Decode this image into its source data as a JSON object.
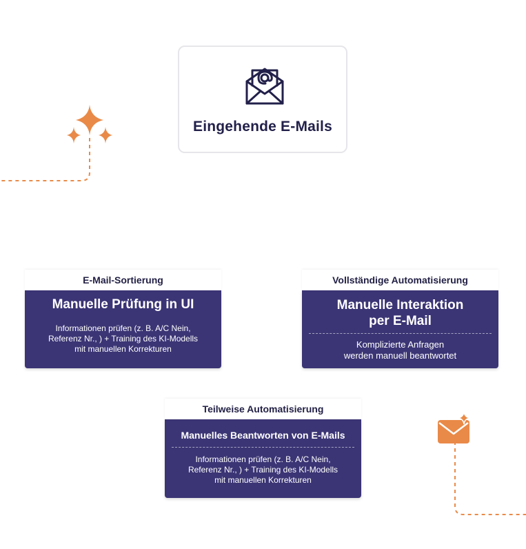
{
  "incoming": {
    "title": "Eingehende E-Mails",
    "icon": "envelope-at-icon"
  },
  "boxes": {
    "sorting": {
      "header": "E-Mail-Sortierung",
      "main": "Manuelle Prüfung in UI",
      "lines": [
        "Informationen prüfen (z. B. A/C Nein,",
        "Referenz Nr., ) + Training des KI-Modells",
        "mit manuellen Korrekturen"
      ]
    },
    "full": {
      "header": "Vollständige Automatisierung",
      "main_lines": [
        "Manuelle Interaktion",
        "per E-Mail"
      ],
      "lines": [
        "Komplizierte Anfragen",
        "werden manuell beantwortet"
      ]
    },
    "partial": {
      "header": "Teilweise Automatisierung",
      "main": "Manuelles Beantworten von E-Mails",
      "lines": [
        "Informationen prüfen (z. B. A/C Nein,",
        "Referenz Nr., ) + Training des KI-Modells",
        "mit manuellen Korrekturen"
      ]
    }
  },
  "colors": {
    "box_body": "#3b3575",
    "accent": "#e98a48",
    "text_dark": "#22204a"
  }
}
